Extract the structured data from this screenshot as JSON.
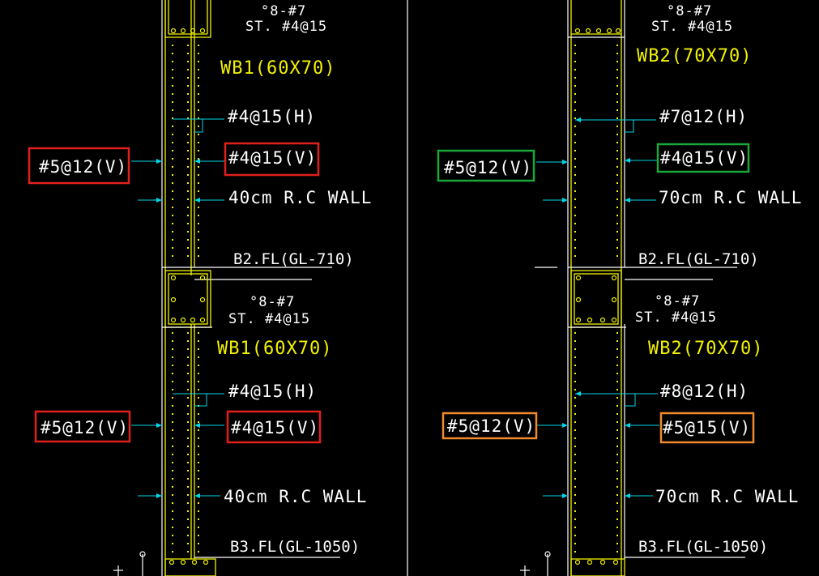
{
  "colors": {
    "background": "#000000",
    "wall_lines": "#f2f200",
    "leaders": "#00d6e8",
    "text": "#ffffff",
    "beam_label": "#f2f200",
    "highlight_red": "#e0201c",
    "highlight_green": "#1aa83a",
    "highlight_orange": "#f08a2c"
  },
  "left": {
    "upper": {
      "stirrup_main": "°8-#7",
      "stirrup_st": "ST. #4@15",
      "beam": "WB1(60X70)",
      "horiz": "#4@15(H)",
      "vert_in": "#4@15(V)",
      "vert_out": "#5@12(V)",
      "wall": "40cm R.C WALL",
      "floor": "B2.FL(GL-710)"
    },
    "lower": {
      "stirrup_main": "°8-#7",
      "stirrup_st": "ST. #4@15",
      "beam": "WB1(60X70)",
      "horiz": "#4@15(H)",
      "vert_in": "#4@15(V)",
      "vert_out": "#5@12(V)",
      "wall": "40cm R.C WALL",
      "floor": "B3.FL(GL-1050)"
    }
  },
  "right": {
    "upper": {
      "stirrup_main": "°8-#7",
      "stirrup_st": "ST. #4@15",
      "beam": "WB2(70X70)",
      "horiz": "#7@12(H)",
      "vert_in": "#4@15(V)",
      "vert_out": "#5@12(V)",
      "wall": "70cm R.C WALL",
      "floor": "B2.FL(GL-710)"
    },
    "lower": {
      "stirrup_main": "°8-#7",
      "stirrup_st": "ST. #4@15",
      "beam": "WB2(70X70)",
      "horiz": "#8@12(H)",
      "vert_in": "#5@15(V)",
      "vert_out": "#5@12(V)",
      "wall": "70cm R.C WALL",
      "floor": "B3.FL(GL-1050)"
    }
  }
}
